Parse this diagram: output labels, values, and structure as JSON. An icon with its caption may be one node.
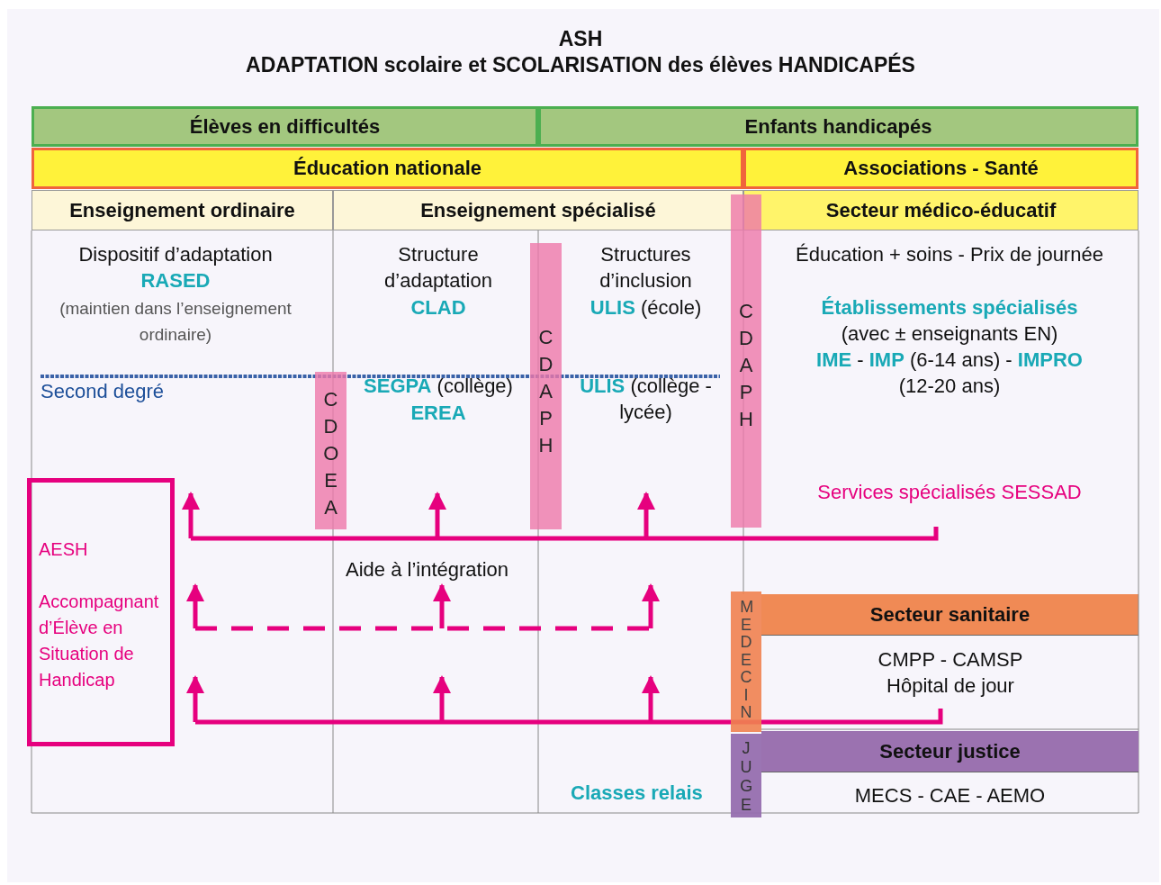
{
  "diagram": {
    "title": "ASH",
    "nodes": [
      {
        "text": [
          "Élèves en difficultés"
        ]
      },
      {
        "text": [
          "Enfants handicapés"
        ]
      },
      {
        "text": [
          "Éducation nationale"
        ]
      },
      {
        "text": [
          "Associations - Santé"
        ]
      },
      {
        "text": [
          "Enseignement ordinaire"
        ]
      },
      {
        "text": [
          "Enseignement spécialisé"
        ]
      },
      {
        "text": [
          "Secteur médico-éducatif"
        ]
      },
      {
        "text": [
          "Dispositif d’adaptation",
          "RASED",
          "(maintien dans l’enseignement ordinaire)"
        ]
      },
      {
        "text": [
          "Structure d’adaptation",
          "CLAD",
          "**SEGPA** (collège)",
          "EREA"
        ]
      },
      {
        "text": [
          "Structures d’inclusion",
          "**ULIS** (école)",
          "**ULIS** (collège - lycée)"
        ]
      },
      {
        "text": [
          "Éducation + soins - Prix de journée",
          "Établissements spécialisés",
          "(avec ± enseignants EN)",
          "**IME** - **IMP** (6-14 ans) - **IMPRO** (12-20 ans)",
          "Services spécialisés SESSAD"
        ]
      },
      {
        "text": [
          "CDOEA"
        ]
      },
      {
        "text": [
          "CDAPH"
        ]
      },
      {
        "text": [
          "CDAPH"
        ]
      },
      {
        "text": [
          "AESH",
          "Accompagnant d’Élève en Situation de Handicap"
        ]
      },
      {
        "text": [
          "Secteur sanitaire",
          "CMPP - CAMSP Hôpital de jour"
        ]
      },
      {
        "text": [
          "MEDECIN"
        ]
      },
      {
        "text": [
          "Secteur justice",
          "MECS - CAE - AEMO"
        ]
      },
      {
        "text": [
          "JUGE"
        ]
      }
    ],
    "labels": [
      "ADAPTATION scolaire et SCOLARISATION des élèves HANDICAPÉS",
      "Second degré",
      "Aide à l’intégration",
      "Classes relais"
    ]
  }
}
